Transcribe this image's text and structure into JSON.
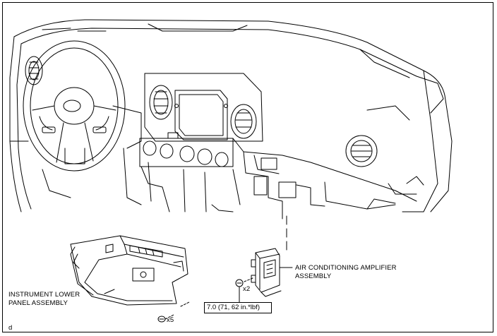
{
  "labels": {
    "instrument_lower_panel": [
      "INSTRUMENT LOWER",
      "PANEL ASSEMBLY"
    ],
    "air_conditioning_amplifier": [
      "AIR CONDITIONING AMPLIFIER",
      "ASSEMBLY"
    ],
    "screw_count_amplifier": "x2",
    "screw_count_panel": "x5",
    "torque_spec": "7.0 (71, 62 in.*lbf)",
    "figure_code": "d"
  }
}
